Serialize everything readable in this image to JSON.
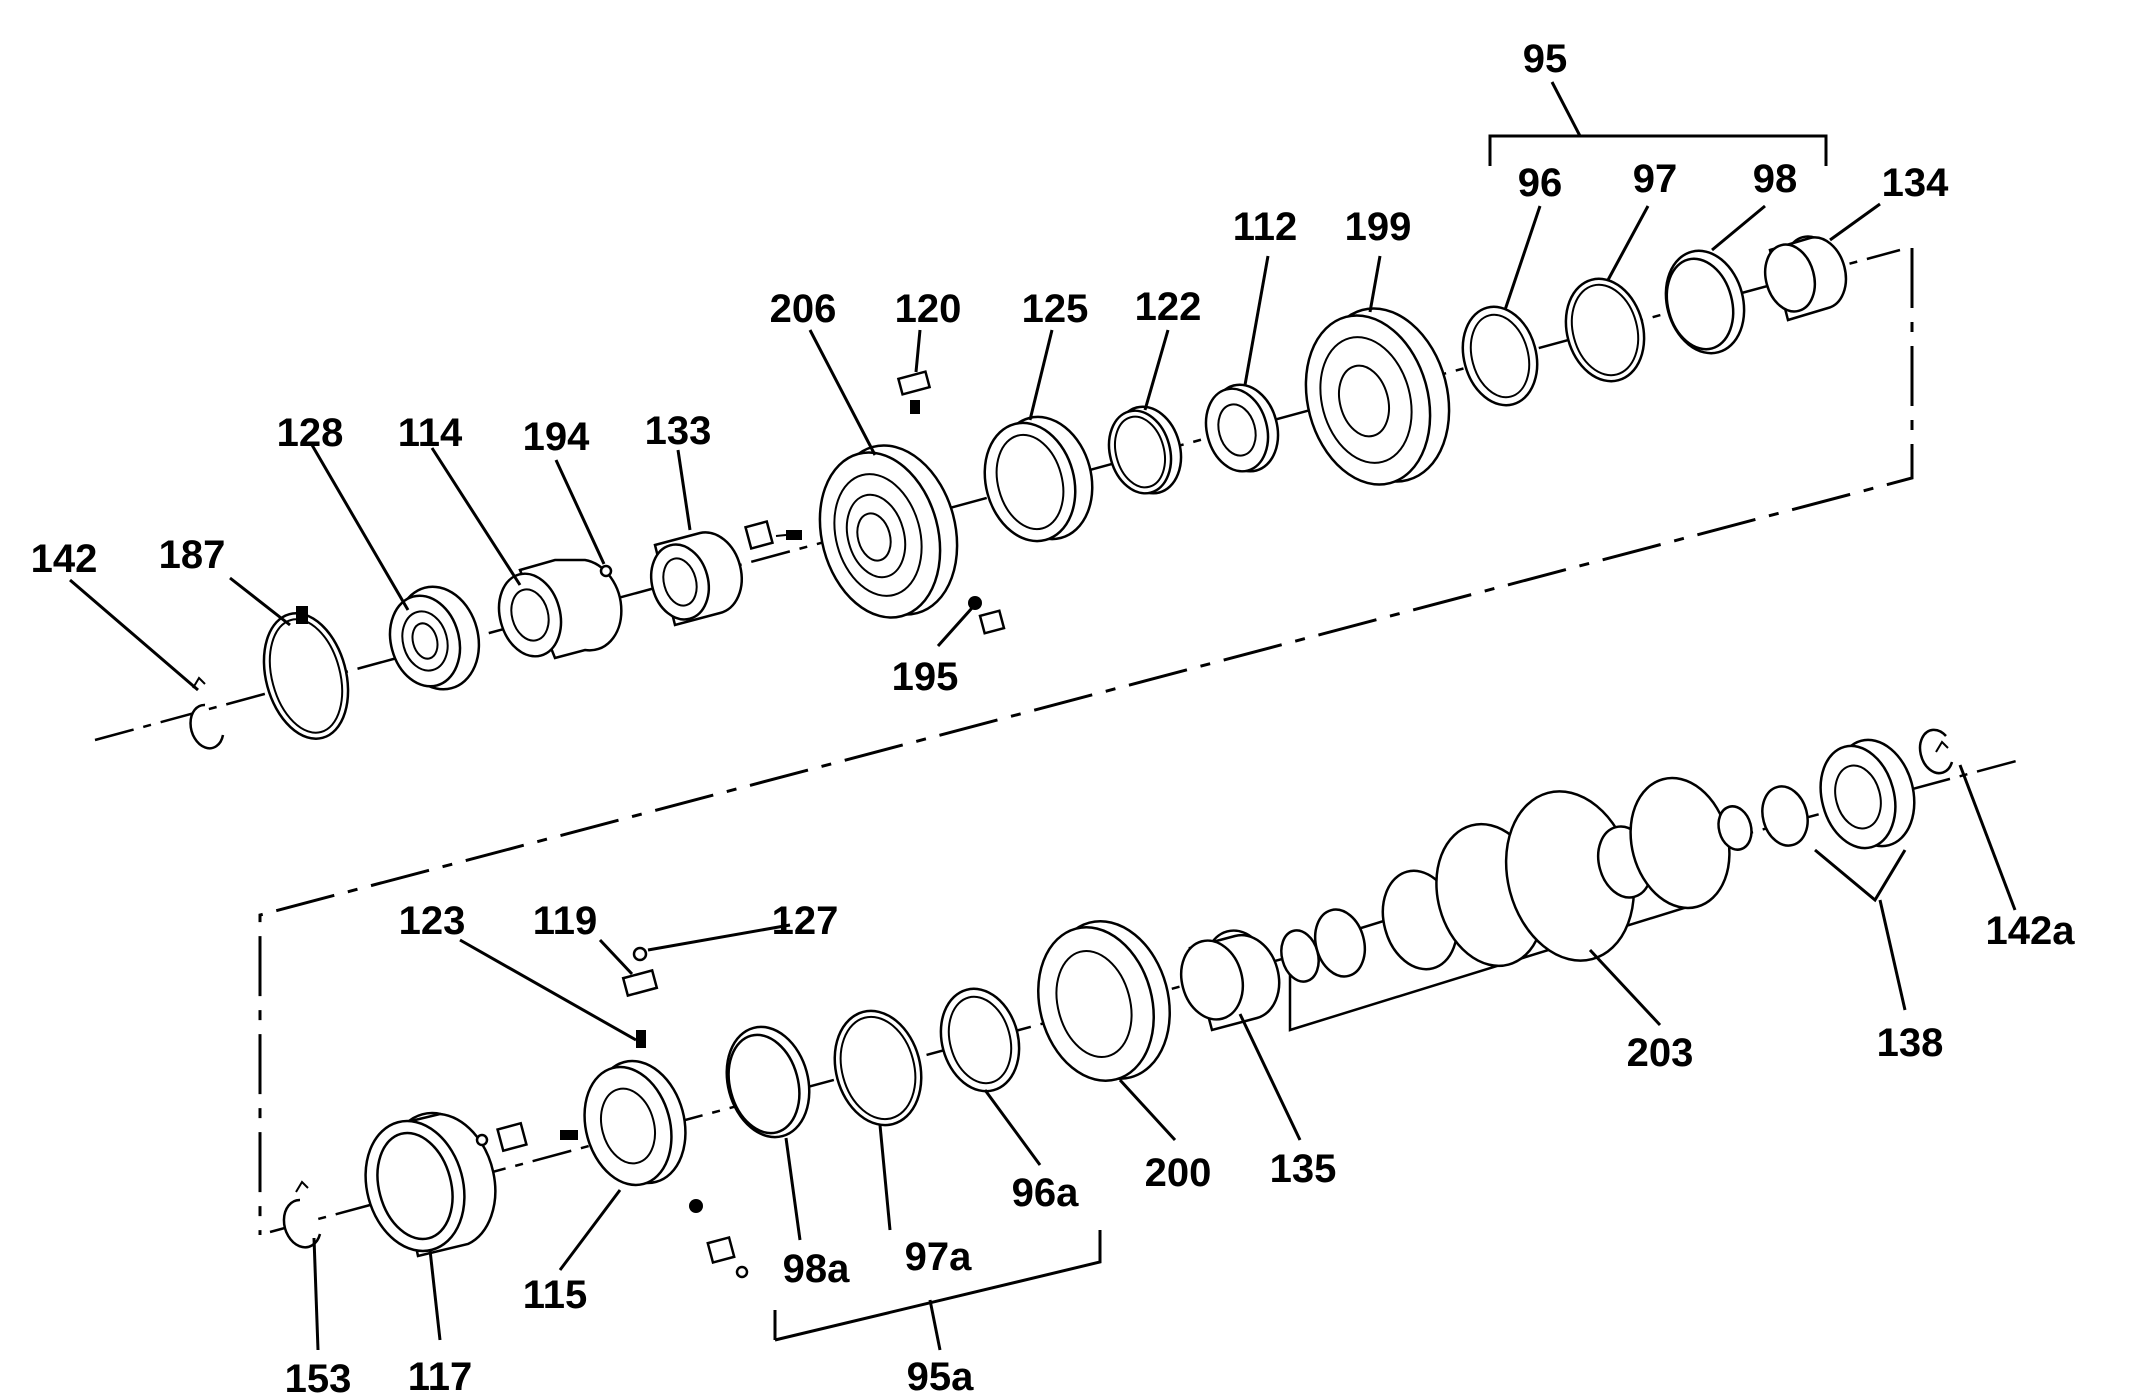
{
  "diagram": {
    "labels": {
      "l95": "95",
      "l96": "96",
      "l97": "97",
      "l98": "98",
      "l134": "134",
      "l112": "112",
      "l199": "199",
      "l206": "206",
      "l120": "120",
      "l125": "125",
      "l122": "122",
      "l128": "128",
      "l114": "114",
      "l194": "194",
      "l133": "133",
      "l142": "142",
      "l187": "187",
      "l195": "195",
      "l123": "123",
      "l119": "119",
      "l127": "127",
      "l142a": "142a",
      "l138": "138",
      "l203": "203",
      "l200": "200",
      "l135": "135",
      "l96a": "96a",
      "l97a": "97a",
      "l98a": "98a",
      "l95a": "95a",
      "l115": "115",
      "l117": "117",
      "l153": "153"
    }
  }
}
